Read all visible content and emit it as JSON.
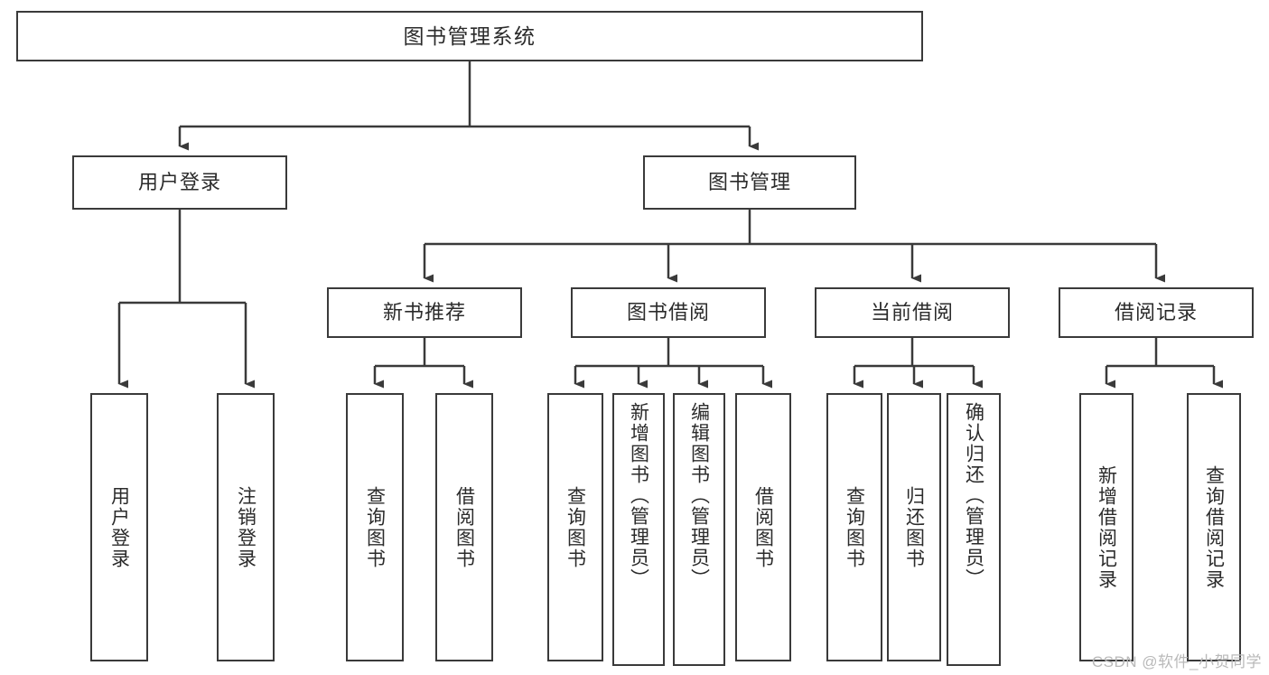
{
  "diagram": {
    "title": "图书管理系统",
    "type": "tree",
    "watermark": "CSDN @软件_小贺同学",
    "colors": {
      "background": "#ffffff",
      "stroke": "#3a3a3a",
      "text": "#2b2b2b",
      "watermark": "#b9b9b9"
    },
    "root": {
      "label": "图书管理系统"
    },
    "level2": [
      {
        "label": "用户登录"
      },
      {
        "label": "图书管理"
      }
    ],
    "level3": [
      {
        "label": "新书推荐"
      },
      {
        "label": "图书借阅"
      },
      {
        "label": "当前借阅"
      },
      {
        "label": "借阅记录"
      }
    ],
    "leaves": {
      "user_login": [
        {
          "label": "用户登录"
        },
        {
          "label": "注销登录"
        }
      ],
      "new_book_recommend": [
        {
          "label": "查询图书"
        },
        {
          "label": "借阅图书"
        }
      ],
      "book_borrow": [
        {
          "label": "查询图书"
        },
        {
          "label": "新增图书（管理员）"
        },
        {
          "label": "编辑图书（管理员）"
        },
        {
          "label": "借阅图书"
        }
      ],
      "current_borrow": [
        {
          "label": "查询图书"
        },
        {
          "label": "归还图书"
        },
        {
          "label": "确认归还（管理员）"
        }
      ],
      "borrow_record": [
        {
          "label": "新增借阅记录"
        },
        {
          "label": "查询借阅记录"
        }
      ]
    }
  }
}
